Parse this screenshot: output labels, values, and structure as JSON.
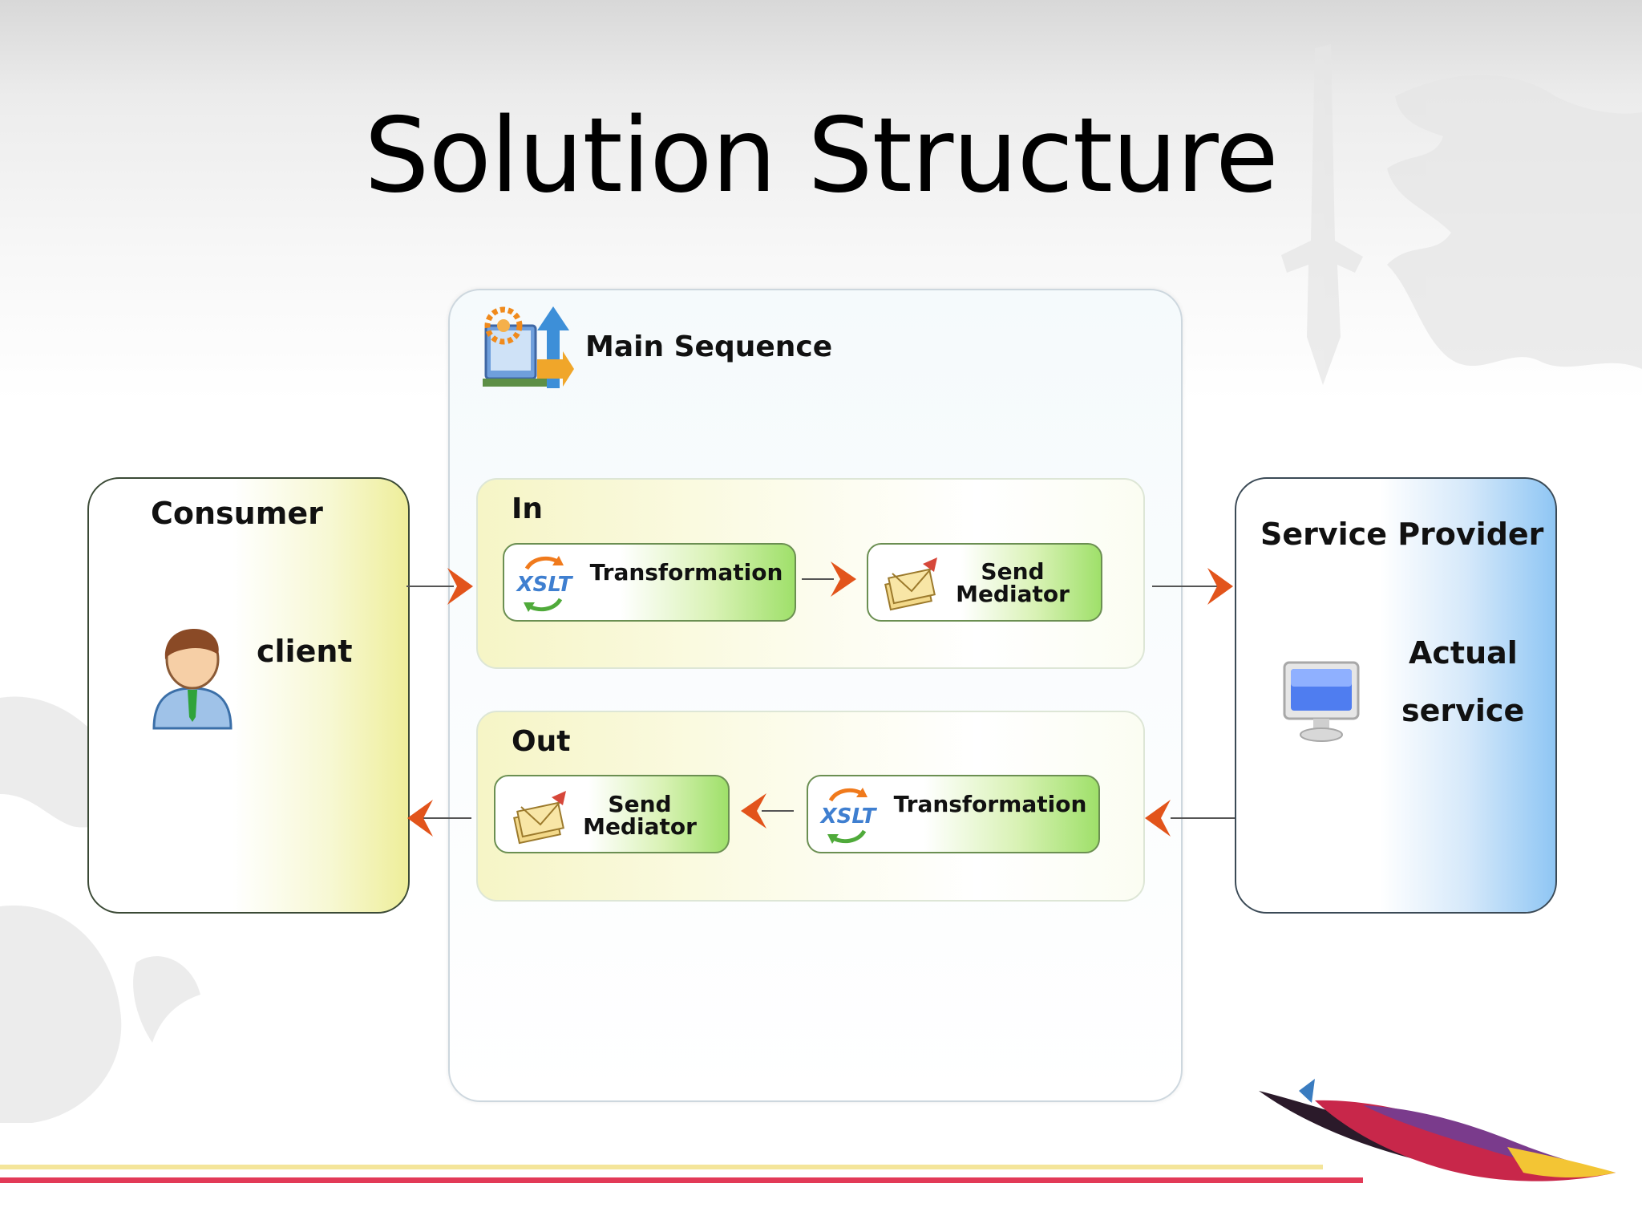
{
  "slide": {
    "title": "Solution Structure"
  },
  "diagram": {
    "main_sequence": {
      "label": "Main Sequence",
      "icon": "sequence-gear-icon"
    },
    "consumer": {
      "label": "Consumer",
      "actor_label": "client",
      "icon": "user-icon"
    },
    "service_provider": {
      "label": "Service Provider",
      "service_label_line1": "Actual",
      "service_label_line2": "service",
      "icon": "monitor-icon"
    },
    "in_sequence": {
      "label": "In",
      "transformation": {
        "label": "Transformation",
        "icon": "xslt-icon"
      },
      "send": {
        "line1": "Send",
        "line2": "Mediator",
        "icon": "envelope-icon"
      }
    },
    "out_sequence": {
      "label": "Out",
      "send": {
        "line1": "Send",
        "line2": "Mediator",
        "icon": "envelope-icon"
      },
      "transformation": {
        "label": "Transformation",
        "icon": "xslt-icon"
      }
    },
    "xslt_text": "XSLT",
    "colors": {
      "arrow": "#e2541b",
      "line": "#555555",
      "mediator_green": "#9fe06a",
      "consumer_yellow": "#eeee9a",
      "provider_blue": "#8fc6f4"
    }
  }
}
